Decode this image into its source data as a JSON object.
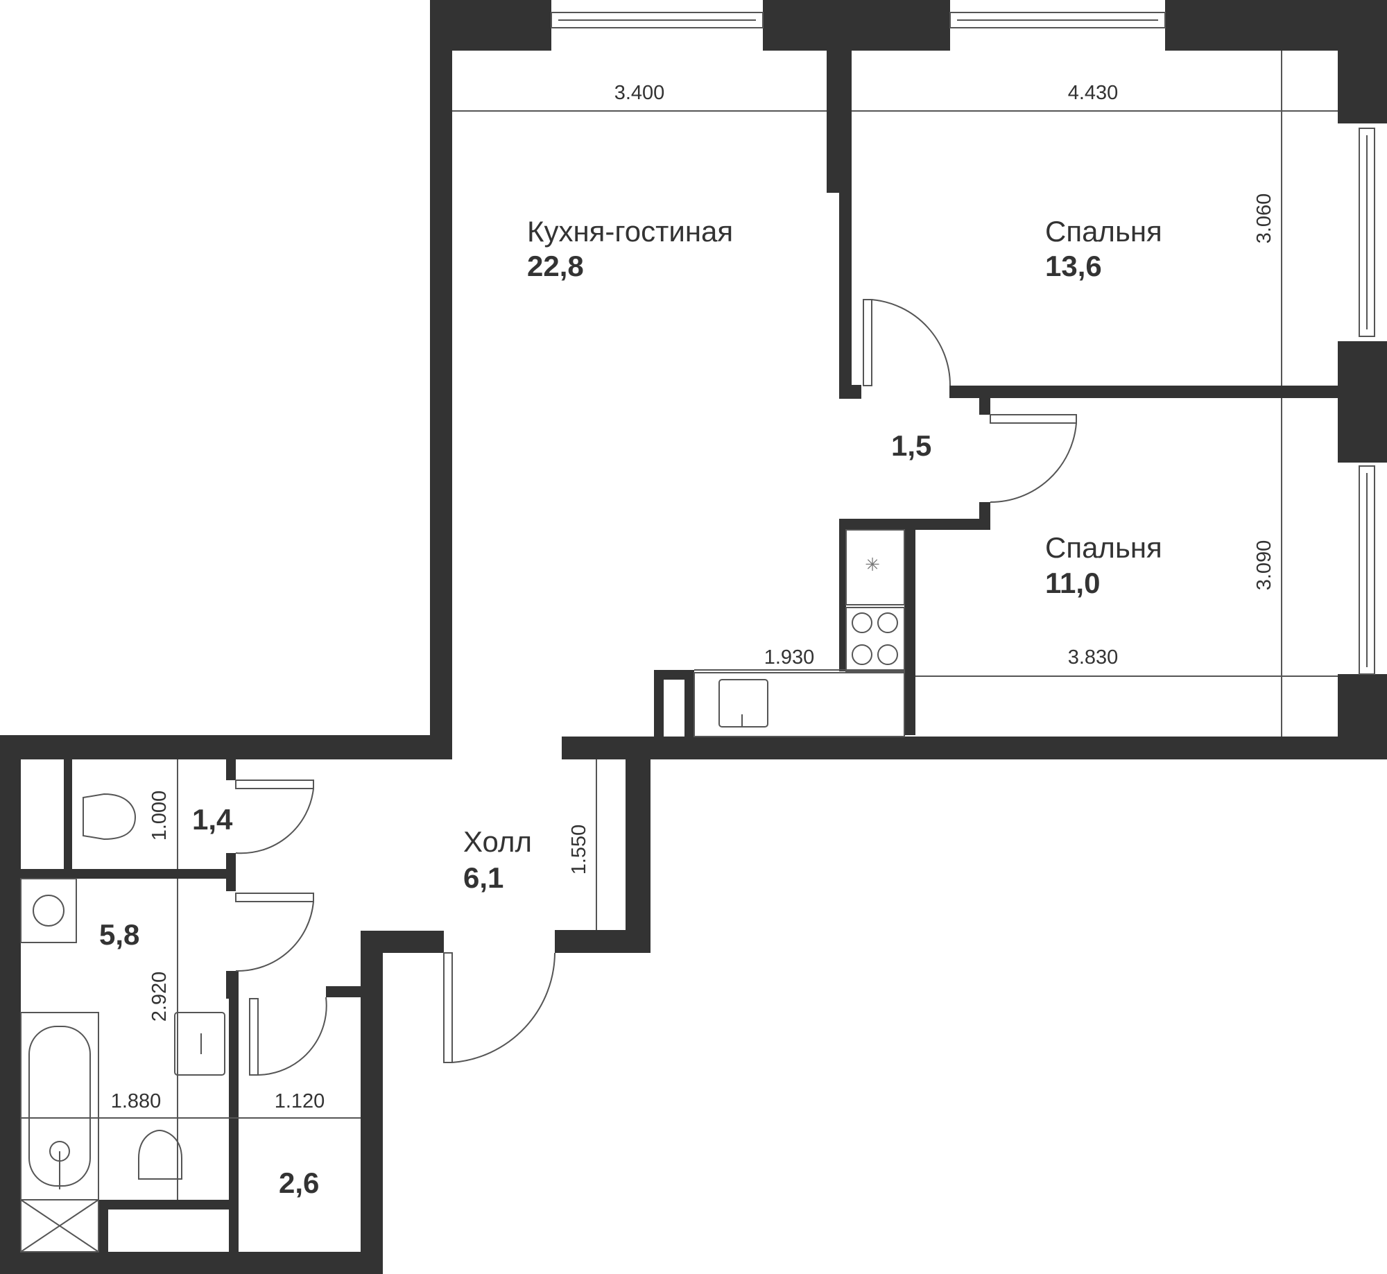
{
  "plan": {
    "wall_color": "#333333",
    "line_color": "#555555",
    "background": "#ffffff"
  },
  "rooms": {
    "kitchen_living": {
      "name": "Кухня-гостиная",
      "area": "22,8"
    },
    "bedroom_1": {
      "name": "Спальня",
      "area": "13,6"
    },
    "bedroom_2": {
      "name": "Спальня",
      "area": "11,0"
    },
    "corridor": {
      "area": "1,5"
    },
    "hall": {
      "name": "Холл",
      "area": "6,1"
    },
    "toilet": {
      "area": "1,4"
    },
    "bathroom": {
      "area": "5,8"
    },
    "storage": {
      "area": "2,6"
    }
  },
  "dimensions": {
    "kitchen_width": "3.400",
    "bedroom1_width": "4.430",
    "bedroom1_depth": "3.060",
    "bedroom2_depth": "3.090",
    "kitchen_counter": "1.930",
    "bedroom2_width": "3.830",
    "hall_width": "1.550",
    "toilet_width": "1.000",
    "bathroom_depth": "2.920",
    "bathroom_width": "1.880",
    "storage_width": "1.120"
  }
}
